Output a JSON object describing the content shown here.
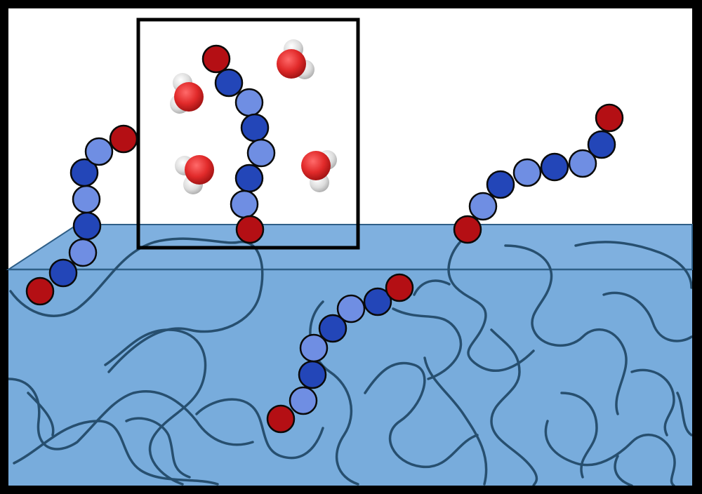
{
  "diagram": {
    "colors": {
      "frame": "#000000",
      "background": "#ffffff",
      "slab_top": "#7fb0df",
      "slab_front": "#78acdc",
      "slab_edge": "#2f5f87",
      "network_strand": "#274f6f",
      "bead_end": "#b40f14",
      "bead_dark": "#2346b8",
      "bead_light": "#6f8ee3",
      "bead_outline": "#0a0a0a",
      "water_oxygen": "#e12a2a",
      "water_hydrogen": "#dcdcdc"
    },
    "chains": [
      {
        "name": "chain-left-edge",
        "beads": [
          "end",
          "dark",
          "light",
          "dark",
          "light",
          "dark",
          "light",
          "end"
        ]
      },
      {
        "name": "chain-inset-upright",
        "beads": [
          "end",
          "dark",
          "light",
          "dark",
          "light",
          "dark",
          "light",
          "end"
        ]
      },
      {
        "name": "chain-embedded-middle",
        "beads": [
          "end",
          "light",
          "dark",
          "light",
          "dark",
          "light",
          "dark",
          "end"
        ]
      },
      {
        "name": "chain-right-surface",
        "beads": [
          "end",
          "light",
          "dark",
          "light",
          "dark",
          "light",
          "dark",
          "end"
        ]
      }
    ],
    "water_molecule_count": 4,
    "has_inset_box": true
  }
}
